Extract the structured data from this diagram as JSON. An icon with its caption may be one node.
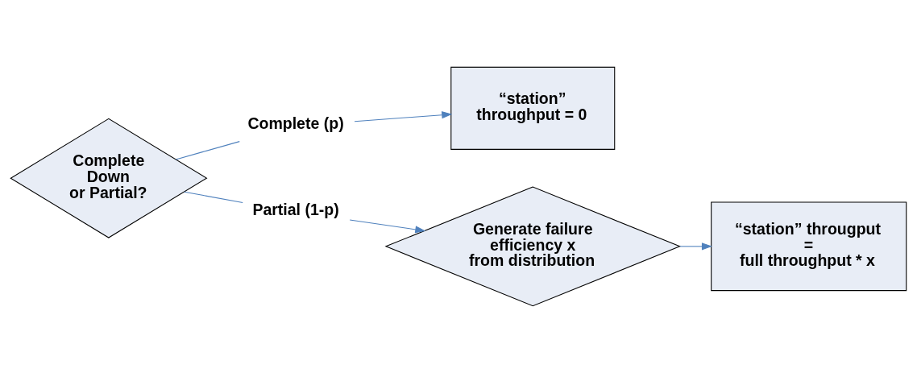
{
  "diagram": {
    "nodes": [
      {
        "text": [
          "Complete (p)"
        ]
      },
      {
        "text": [
          "“station” throughput = 0"
        ]
      },
      {
        "text": [
          "Complete Down or Partial?"
        ]
      },
      {
        "text": [
          "Partial (1-p)"
        ]
      },
      {
        "text": [
          "Generate failure efficiency x from distribution"
        ]
      },
      {
        "text": [
          "“station” througput = full throughput * x"
        ]
      }
    ],
    "edges": [
      {
        "from": 2,
        "to": 0,
        "arrow": "none"
      },
      {
        "from": 0,
        "to": 1,
        "arrow": "to"
      },
      {
        "from": 2,
        "to": 3,
        "arrow": "none"
      },
      {
        "from": 3,
        "to": 4,
        "arrow": "to"
      },
      {
        "from": 4,
        "to": 5,
        "arrow": "to"
      }
    ]
  }
}
